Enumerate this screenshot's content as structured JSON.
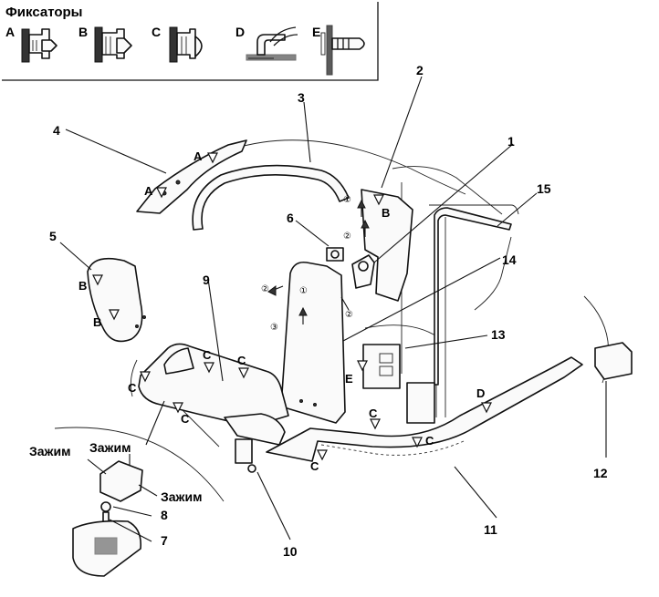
{
  "legend": {
    "title": "Фиксаторы",
    "items": [
      {
        "letter": "A"
      },
      {
        "letter": "B"
      },
      {
        "letter": "C"
      },
      {
        "letter": "D"
      },
      {
        "letter": "E"
      }
    ]
  },
  "callouts": [
    "1",
    "2",
    "3",
    "4",
    "5",
    "6",
    "7",
    "8",
    "9",
    "10",
    "11",
    "12",
    "13",
    "14",
    "15"
  ],
  "clip_labels": {
    "A": "A",
    "B": "B",
    "C": "C",
    "D": "D",
    "E": "E"
  },
  "step_marks": {
    "one": "①",
    "two": "②",
    "three": "③"
  },
  "inset_labels": {
    "clamp_left": "Зажим",
    "clamp_top": "Зажим",
    "clamp_right": "Зажим"
  }
}
